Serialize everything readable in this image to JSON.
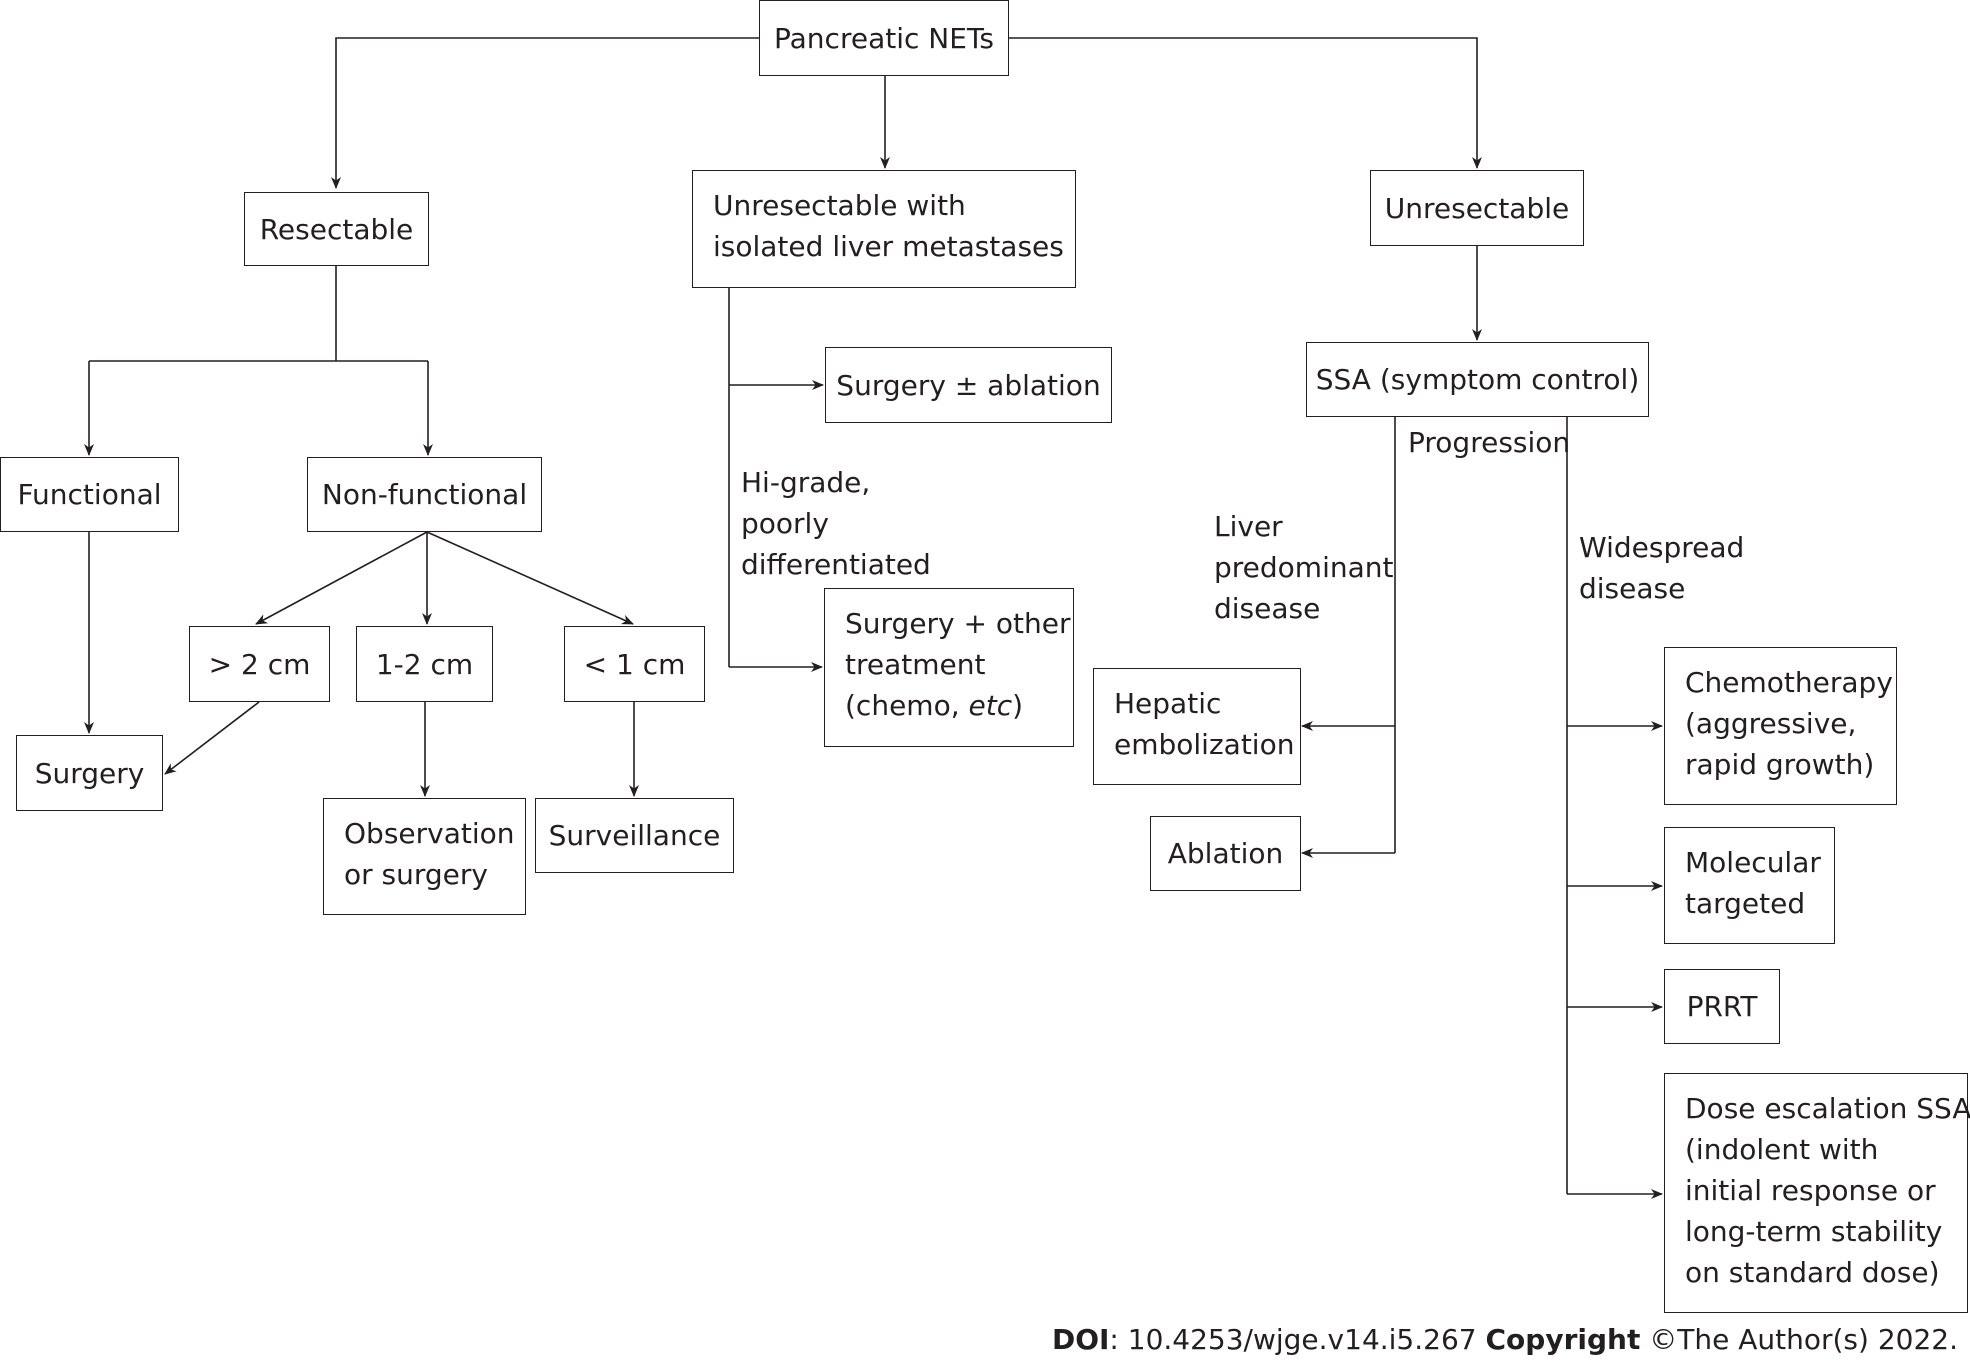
{
  "root": "Pancreatic NETs",
  "branches": {
    "resectable": {
      "title": "Resectable",
      "functional": "Functional",
      "non_functional": "Non-functional",
      "surgery": "Surgery",
      "size_gt2": "> 2 cm",
      "size_1to2": "1-2 cm",
      "size_lt1": "< 1 cm",
      "observation": [
        "Observation",
        "or surgery"
      ],
      "surveillance": "Surveillance"
    },
    "liver_mets": {
      "title": [
        "Unresectable with",
        "isolated liver metastases"
      ],
      "surgery_ablation": "Surgery ± ablation",
      "hi_grade_label": [
        "Hi-grade,",
        "poorly",
        "differentiated"
      ],
      "surgery_other": [
        "Surgery + other",
        "treatment"
      ],
      "surgery_other_last_prefix": "(chemo, ",
      "surgery_other_last_italic": "etc",
      "surgery_other_last_suffix": ")"
    },
    "unresectable": {
      "title": "Unresectable",
      "ssa": "SSA (symptom control)",
      "progression": "Progression",
      "liver_label": [
        "Liver",
        "predominant",
        "disease"
      ],
      "widespread_label": [
        "Widespread",
        "disease"
      ],
      "hepatic": [
        "Hepatic",
        "embolization"
      ],
      "ablation": "Ablation",
      "chemo": [
        "Chemotherapy",
        "(aggressive,",
        "rapid growth)"
      ],
      "molecular": [
        "Molecular",
        "targeted"
      ],
      "prrt": "PRRT",
      "dose": [
        "Dose escalation SSA",
        "(indolent with",
        "initial response or",
        "long-term stability",
        "on standard dose)"
      ]
    }
  },
  "footer": {
    "doi_label": "DOI",
    "doi_value": ": 10.4253/wjge.v14.i5.267 ",
    "copyright_label": "Copyright",
    "copyright_value": " ©The Author(s) 2022."
  },
  "colors": {
    "line": "#231f20",
    "text": "#231f20"
  }
}
